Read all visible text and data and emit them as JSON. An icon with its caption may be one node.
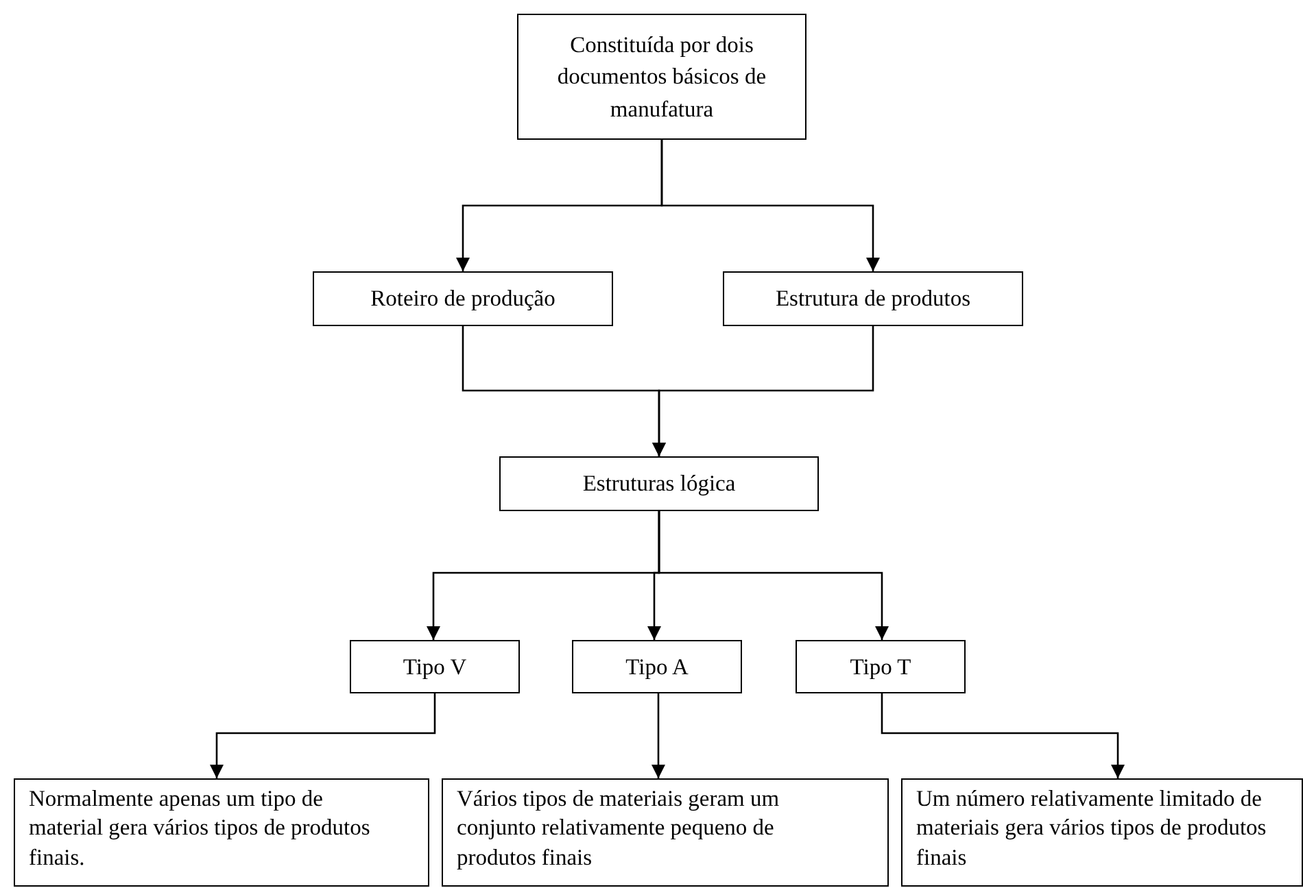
{
  "diagram": {
    "nodes": [
      {
        "text": [
          "Constituída por dois documentos básicos de manufatura"
        ]
      },
      {
        "text": [
          "Roteiro de produção"
        ]
      },
      {
        "text": [
          "Estrutura de produtos"
        ]
      },
      {
        "text": [
          "Estruturas lógica"
        ]
      },
      {
        "text": [
          "Tipo V"
        ]
      },
      {
        "text": [
          "Tipo A"
        ]
      },
      {
        "text": [
          "Tipo T"
        ]
      },
      {
        "text": [
          "Normalmente apenas um tipo de material gera vários tipos de produtos finais."
        ]
      },
      {
        "text": [
          "Vários tipos de materiais geram um conjunto relativamente pequeno de produtos finais"
        ]
      },
      {
        "text": [
          "Um número relativamente limitado de materiais gera vários tipos de produtos finais"
        ]
      }
    ],
    "edges": [
      {
        "from": 0,
        "to": 1,
        "arrow": "to"
      },
      {
        "from": 0,
        "to": 2,
        "arrow": "to"
      },
      {
        "from": 1,
        "to": 3,
        "arrow": "to"
      },
      {
        "from": 2,
        "to": 3,
        "arrow": "to"
      },
      {
        "from": 3,
        "to": 4,
        "arrow": "to"
      },
      {
        "from": 3,
        "to": 5,
        "arrow": "to"
      },
      {
        "from": 3,
        "to": 6,
        "arrow": "to"
      },
      {
        "from": 4,
        "to": 7,
        "arrow": "to"
      },
      {
        "from": 5,
        "to": 8,
        "arrow": "to"
      },
      {
        "from": 6,
        "to": 9,
        "arrow": "to"
      }
    ]
  }
}
